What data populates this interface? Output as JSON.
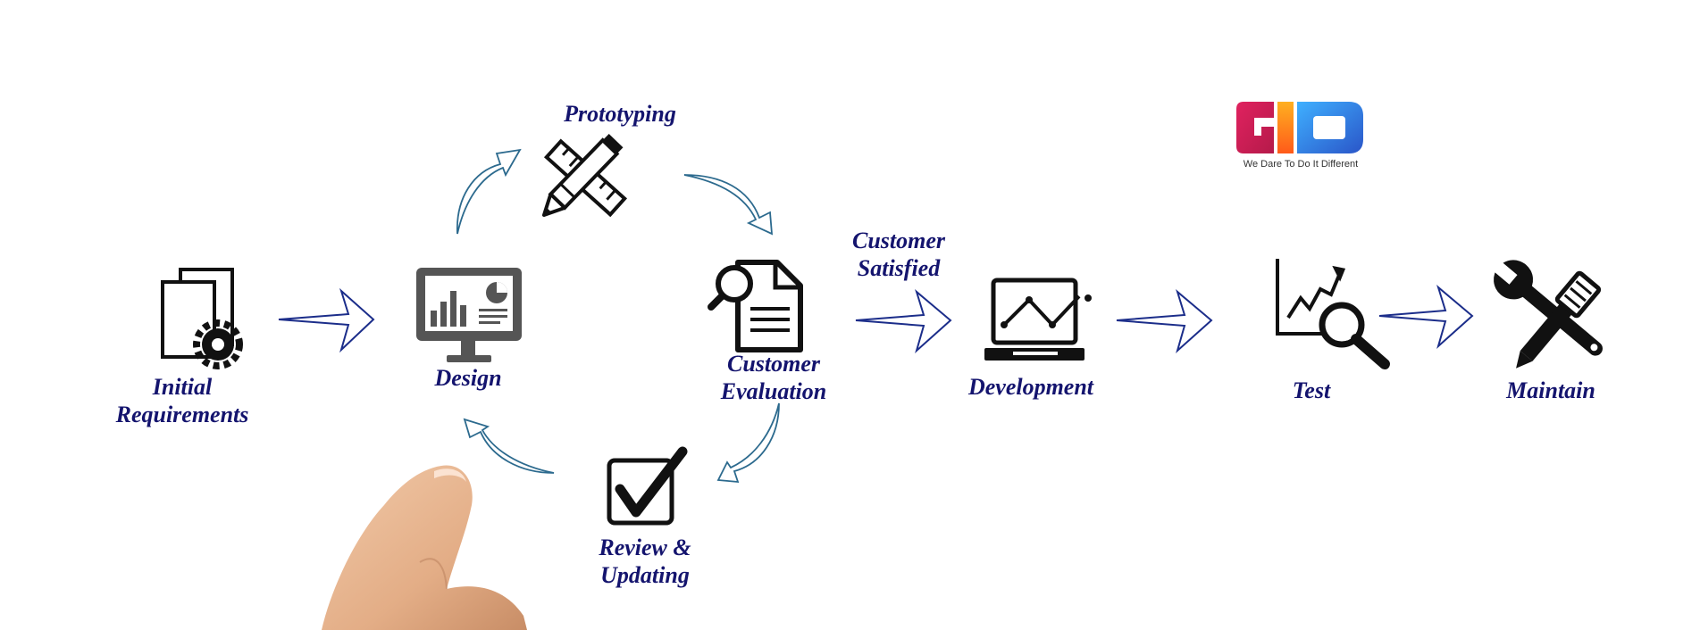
{
  "diagram": {
    "steps": {
      "initial_requirements": {
        "line1": "Initial",
        "line2": "Requirements"
      },
      "design": {
        "label": "Design"
      },
      "prototyping": {
        "label": "Prototyping"
      },
      "customer_evaluation": {
        "line1": "Customer",
        "line2": "Evaluation"
      },
      "review_updating": {
        "line1": "Review &",
        "line2": "Updating"
      },
      "customer_satisfied": {
        "line1": "Customer",
        "line2": "Satisfied"
      },
      "development": {
        "label": "Development"
      },
      "test": {
        "label": "Test"
      },
      "maintain": {
        "label": "Maintain"
      }
    },
    "logo": {
      "text": "GID",
      "tagline": "We Dare To Do It Different"
    },
    "colors": {
      "label": "#14146e",
      "arrow_stroke": "#1b2d8a",
      "curved_arrow_stroke": "#2c6a8e",
      "icon": "#111111",
      "monitor": "#555555",
      "logo_g": "#d6215a",
      "logo_i": "#ff6a1a",
      "logo_d": "#2b8ae0"
    },
    "icons": {
      "initial_requirements": "documents-gear-icon",
      "design": "monitor-chart-icon",
      "prototyping": "pencil-ruler-icon",
      "customer_evaluation": "document-magnifier-icon",
      "review_updating": "checkbox-icon",
      "development": "laptop-line-chart-icon",
      "test": "chart-magnifier-icon",
      "maintain": "wrench-screwdriver-icon",
      "pointer": "finger-icon"
    }
  }
}
